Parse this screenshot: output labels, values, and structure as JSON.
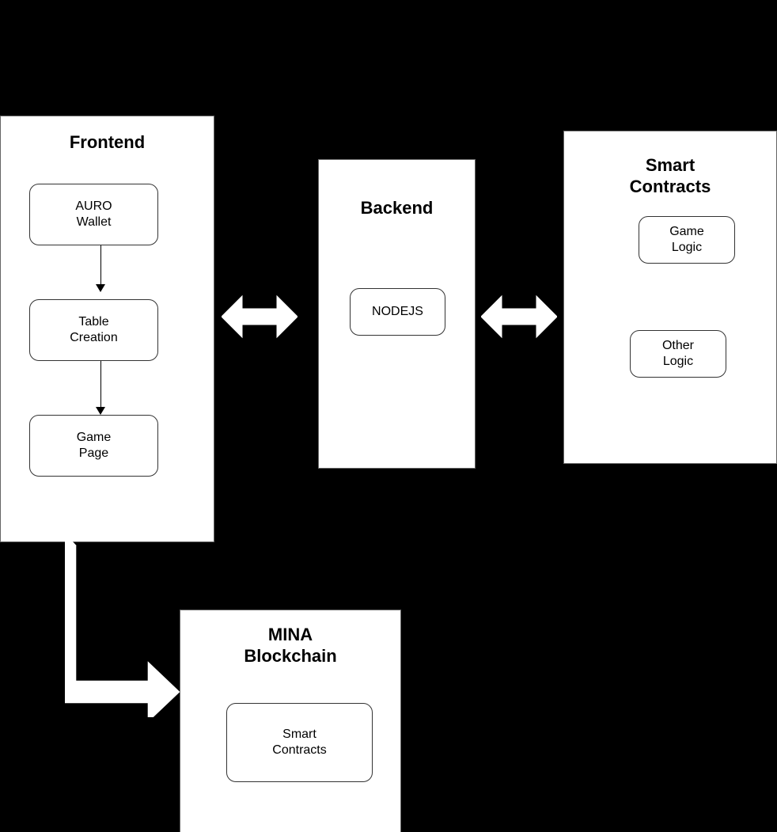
{
  "diagram": {
    "type": "architecture-block-diagram",
    "background_color": "#000000",
    "panel_fill": "#ffffff",
    "line_color": "#000000",
    "arrow_fill": "#ffffff",
    "panels": [
      {
        "id": "frontend",
        "title": "Frontend",
        "nodes": [
          {
            "id": "auro-wallet",
            "label": "AURO\nWallet"
          },
          {
            "id": "table-creation",
            "label": "Table\nCreation"
          },
          {
            "id": "game-page",
            "label": "Game\nPage"
          }
        ]
      },
      {
        "id": "backend",
        "title": "Backend",
        "nodes": [
          {
            "id": "nodejs",
            "label": "NODEJS"
          }
        ]
      },
      {
        "id": "smart-contracts",
        "title": "Smart\nContracts",
        "nodes": [
          {
            "id": "game-logic",
            "label": "Game\nLogic"
          },
          {
            "id": "other-logic",
            "label": "Other\nLogic"
          }
        ]
      },
      {
        "id": "mina-blockchain",
        "title": "MINA\nBlockchain",
        "nodes": [
          {
            "id": "mina-smart-contracts",
            "label": "Smart\nContracts"
          }
        ]
      }
    ],
    "connectors": [
      {
        "id": "auro-to-table",
        "from": "auro-wallet",
        "to": "table-creation",
        "style": "thin-line",
        "heads": "single-down"
      },
      {
        "id": "table-to-game",
        "from": "table-creation",
        "to": "game-page",
        "style": "thin-line",
        "heads": "single-down"
      },
      {
        "id": "frontend-backend",
        "from": "frontend",
        "to": "backend",
        "style": "block-arrow",
        "heads": "double-horizontal"
      },
      {
        "id": "backend-contracts",
        "from": "backend",
        "to": "smart-contracts",
        "style": "block-arrow",
        "heads": "double-horizontal"
      },
      {
        "id": "frontend-mina",
        "from": "frontend",
        "to": "mina-blockchain",
        "style": "block-elbow-arrow",
        "heads": "double-elbow"
      }
    ]
  }
}
